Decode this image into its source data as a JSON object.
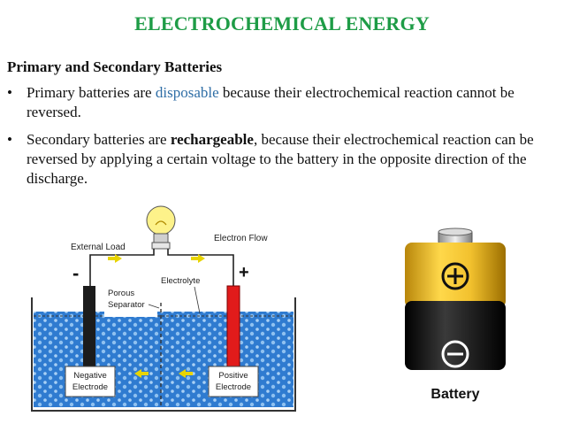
{
  "colors": {
    "title_green": "#1e9c46",
    "link_blue": "#2f6ea6",
    "electrolyte_blue": "#2f7bd0",
    "arrow_yellow": "#e8d400",
    "positive_red": "#e11b1b",
    "battery_gold": "#f2c12e"
  },
  "slide": {
    "title": "ELECTROCHEMICAL ENERGY",
    "subtitle": "Primary and Secondary Batteries",
    "bullet_char": "•",
    "bullet1": {
      "pre": "Primary batteries are ",
      "highlight": "disposable",
      "post": " because their electrochemical reaction cannot be reversed."
    },
    "bullet2": {
      "pre": "Secondary batteries are ",
      "highlight": "rechargeable",
      "post": ", because their electrochemical reaction can be reversed by applying a certain voltage to the battery in the opposite direction of the discharge."
    }
  },
  "cell_diagram": {
    "external_load": "External Load",
    "electron_flow": "Electron Flow",
    "minus_sign": "-",
    "plus_sign": "+",
    "porous": "Porous",
    "separator": "Separator",
    "electrolyte": "Electrolyte",
    "negative": "Negative",
    "negative_electrode": "Electrode",
    "positive": "Positive",
    "positive_electrode": "Electrode"
  },
  "battery_icon": {
    "label": "Battery",
    "plus_icon": "plus-circle-icon",
    "minus_icon": "minus-circle-icon"
  }
}
